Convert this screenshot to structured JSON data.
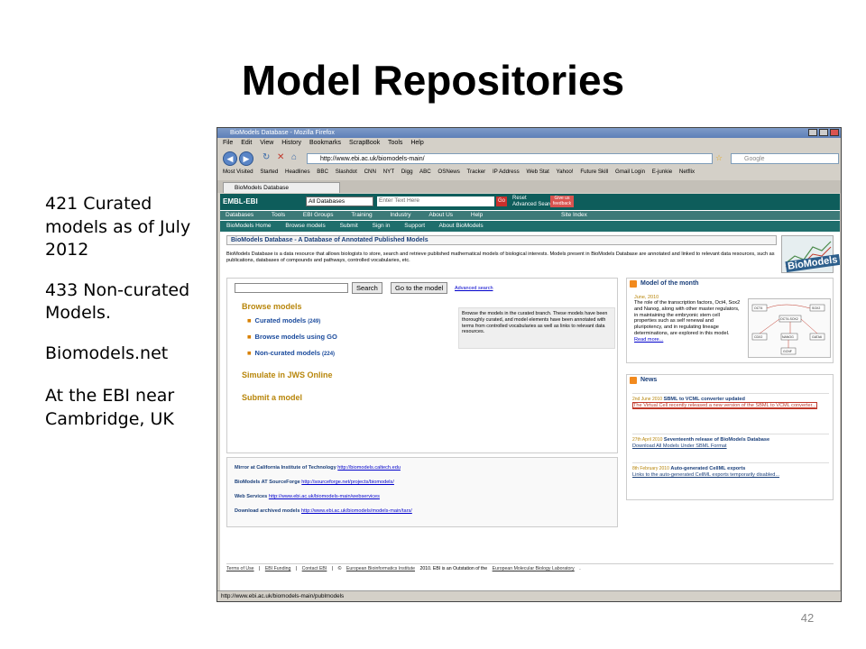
{
  "slide": {
    "title": "Model Repositories",
    "notes": [
      "421 Curated models as of July 2012",
      "433 Non-curated Models.",
      "Biomodels.net",
      "At the EBI near Cambridge, UK"
    ],
    "page_number": "42"
  },
  "browser": {
    "window_title": "BioModels Database - Mozilla Firefox",
    "menu": [
      "File",
      "Edit",
      "View",
      "History",
      "Bookmarks",
      "ScrapBook",
      "Tools",
      "Help"
    ],
    "url": "http://www.ebi.ac.uk/biomodels-main/",
    "search_placeholder": "Google",
    "bookmarks": [
      "Most Visited",
      "Started",
      "Headlines",
      "BBC",
      "Slashdot",
      "CNN",
      "NYT",
      "Digg",
      "ABC",
      "OSNews",
      "Tracker",
      "IP Address",
      "Web Stat",
      "Yahoo!",
      "Future Skill",
      "Gmail Login",
      "E-junkie",
      "Netflix"
    ],
    "tab_label": "BioModels Database",
    "status": "http://www.ebi.ac.uk/biomodels-main/publmodels"
  },
  "ebi": {
    "logo": "EMBL-EBI",
    "search_select": "All Databases",
    "search_placeholder": "Enter Text Here",
    "go": "Go",
    "reset": "Reset",
    "advanced": "Advanced Search",
    "feedback": "Give us feedback",
    "nav": [
      "Databases",
      "Tools",
      "EBI Groups",
      "Training",
      "Industry",
      "About Us",
      "Help"
    ],
    "site_index": "Site Index"
  },
  "biomodels": {
    "nav": [
      "BioModels Home",
      "Browse models",
      "Submit",
      "Sign in",
      "Support",
      "About BioModels"
    ],
    "heading": "BioModels Database - A Database of Annotated Published Models",
    "description": "BioModels Database is a data resource that allows biologists to store, search and retrieve published mathematical models of biological interests. Models present in BioModels Database are annotated and linked to relevant data resources, such as publications, databases of compounds and pathways, controlled vocabularies, etc.",
    "search_button": "Search",
    "goto_button": "Go to the model",
    "advanced_search": "Advanced search",
    "browse_title": "Browse models",
    "browse_items": [
      {
        "label": "Curated models",
        "count": "(249)"
      },
      {
        "label": "Browse models using GO",
        "count": ""
      },
      {
        "label": "Non-curated models",
        "count": "(224)"
      }
    ],
    "browse_desc": "Browse the models in the curated branch. These models have been thoroughly curated, and model elements have been annotated with terms from controlled vocabularies as well as links to relevant data resources.",
    "simulate": "Simulate in JWS Online",
    "submit": "Submit a model",
    "mirrors": [
      {
        "label": "Mirror at California Institute of Technology",
        "link": "http://biomodels.caltech.edu"
      },
      {
        "label": "BioModels AT SourceForge",
        "link": "http://sourceforge.net/projects/biomodels/"
      },
      {
        "label": "Web Services",
        "link": "http://www.ebi.ac.uk/biomodels-main/webservices"
      },
      {
        "label": "Download archived models",
        "link": "http://www.ebi.ac.uk/biomodels/models-main/tars/"
      }
    ],
    "motm": {
      "title": "Model of the month",
      "date": "June, 2010",
      "text": "The role of the transcription factors, Oct4, Sox2 and Nanog, along with other master regulators, in maintaining the embryonic stem cell properties such as self renewal and pluripotency, and in regulating lineage determinations, are explored in this model.",
      "read_more": "Read more...",
      "nodes": [
        "OCT4",
        "SOX2",
        "OCT4-SOX2",
        "CDX2",
        "NANOG",
        "GATA6",
        "GCNF"
      ]
    },
    "news": {
      "title": "News",
      "items": [
        {
          "date": "2nd June 2010",
          "title": "SBML to VCML converter updated",
          "link": "The Virtual Cell recently released a new version of the SBML to VCML converter..."
        },
        {
          "date": "27th April 2010",
          "title": "Seventeenth release of BioModels Database",
          "link": "Download All Models Under SBML Format"
        },
        {
          "date": "8th February 2010",
          "title": "Auto-generated CellML exports",
          "link": "Links to the auto-generated CellML exports temporarily disabled..."
        }
      ]
    },
    "footer": [
      "Terms of Use",
      "|",
      "EBI Funding",
      "|",
      "Contact EBI",
      "|",
      "©",
      "European Bioinformatics Institute",
      "2010. EBI is an Outstation of the",
      "European Molecular Biology Laboratory",
      "."
    ]
  }
}
